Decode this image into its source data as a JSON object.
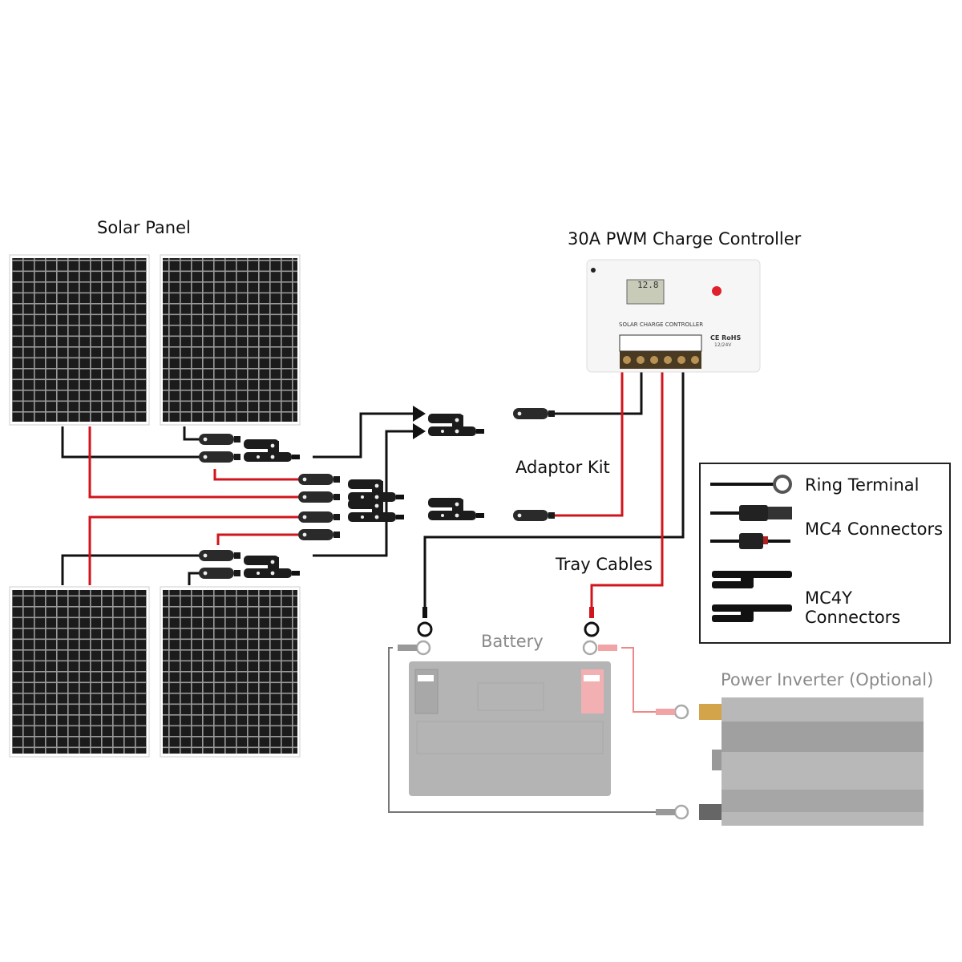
{
  "diagram": {
    "labels": {
      "solar_panel": "Solar Panel",
      "controller": "30A PWM Charge Controller",
      "adaptor_kit": "Adaptor Kit",
      "tray_cables": "Tray Cables",
      "battery": "Battery",
      "inverter": "Power Inverter (Optional)"
    },
    "controller_device": {
      "face_text": "SOLAR CHARGE CONTROLLER",
      "cert_text": "CE RoHS",
      "voltage_text": "12/24V",
      "lcd_reading": "12.8",
      "indicator_color": "#e0202a",
      "terminal_count": 6
    },
    "legend": {
      "items": [
        {
          "label": "Ring Terminal",
          "icon": "ring-terminal-icon"
        },
        {
          "label": "MC4 Connectors",
          "icon": "mc4-connector-icon"
        },
        {
          "label": "MC4Y Connectors",
          "icon": "mc4y-connector-icon"
        }
      ]
    },
    "colors": {
      "positive_wire": "#d0161c",
      "negative_wire": "#111111",
      "battery_body": "#a8a8a8",
      "inverter_body": "#b0b0b0",
      "positive_terminal": "#f2a3a6"
    },
    "solar_panel_count": 4
  }
}
